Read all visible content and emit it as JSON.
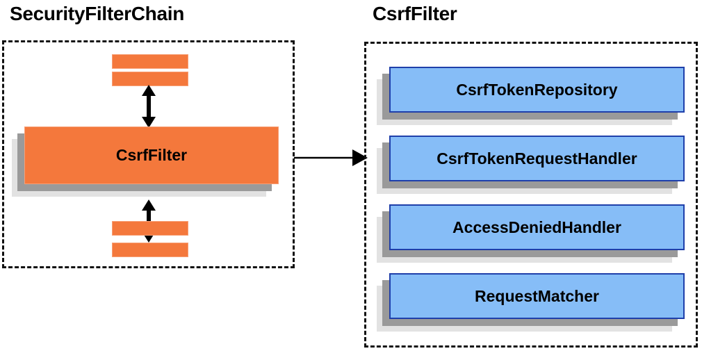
{
  "diagram": {
    "title_left": "SecurityFilterChain",
    "title_right": "CsrfFilter",
    "colors": {
      "orange_fill": "#F4783C",
      "orange_border": "#F7A077",
      "blue_fill": "#86BDF7",
      "blue_border": "#1F3FAA",
      "shadow_dark": "#9A9A9A",
      "shadow_light": "#E2E2E2",
      "dashed_border": "#111111",
      "arrow": "#000000",
      "text": "#000000",
      "background": "#FFFFFF"
    }
  },
  "left_panel": {
    "title": "SecurityFilterChain",
    "main_node": {
      "label": "CsrfFilter"
    },
    "filter_strips_top": [
      "",
      ""
    ],
    "filter_strips_bottom": [
      "",
      ""
    ],
    "arrows": [
      {
        "name": "arrow-up-down-above-csrffilter",
        "type": "double-headed-vertical"
      },
      {
        "name": "arrow-up-down-below-csrffilter",
        "type": "double-headed-vertical"
      }
    ]
  },
  "connector": {
    "name": "arrow-securityfilterchain-to-csrffilter",
    "type": "single-headed-horizontal",
    "label": ""
  },
  "right_panel": {
    "title": "CsrfFilter",
    "collaborators": [
      {
        "label": "CsrfTokenRepository"
      },
      {
        "label": "CsrfTokenRequestHandler"
      },
      {
        "label": "AccessDeniedHandler"
      },
      {
        "label": "RequestMatcher"
      }
    ]
  }
}
